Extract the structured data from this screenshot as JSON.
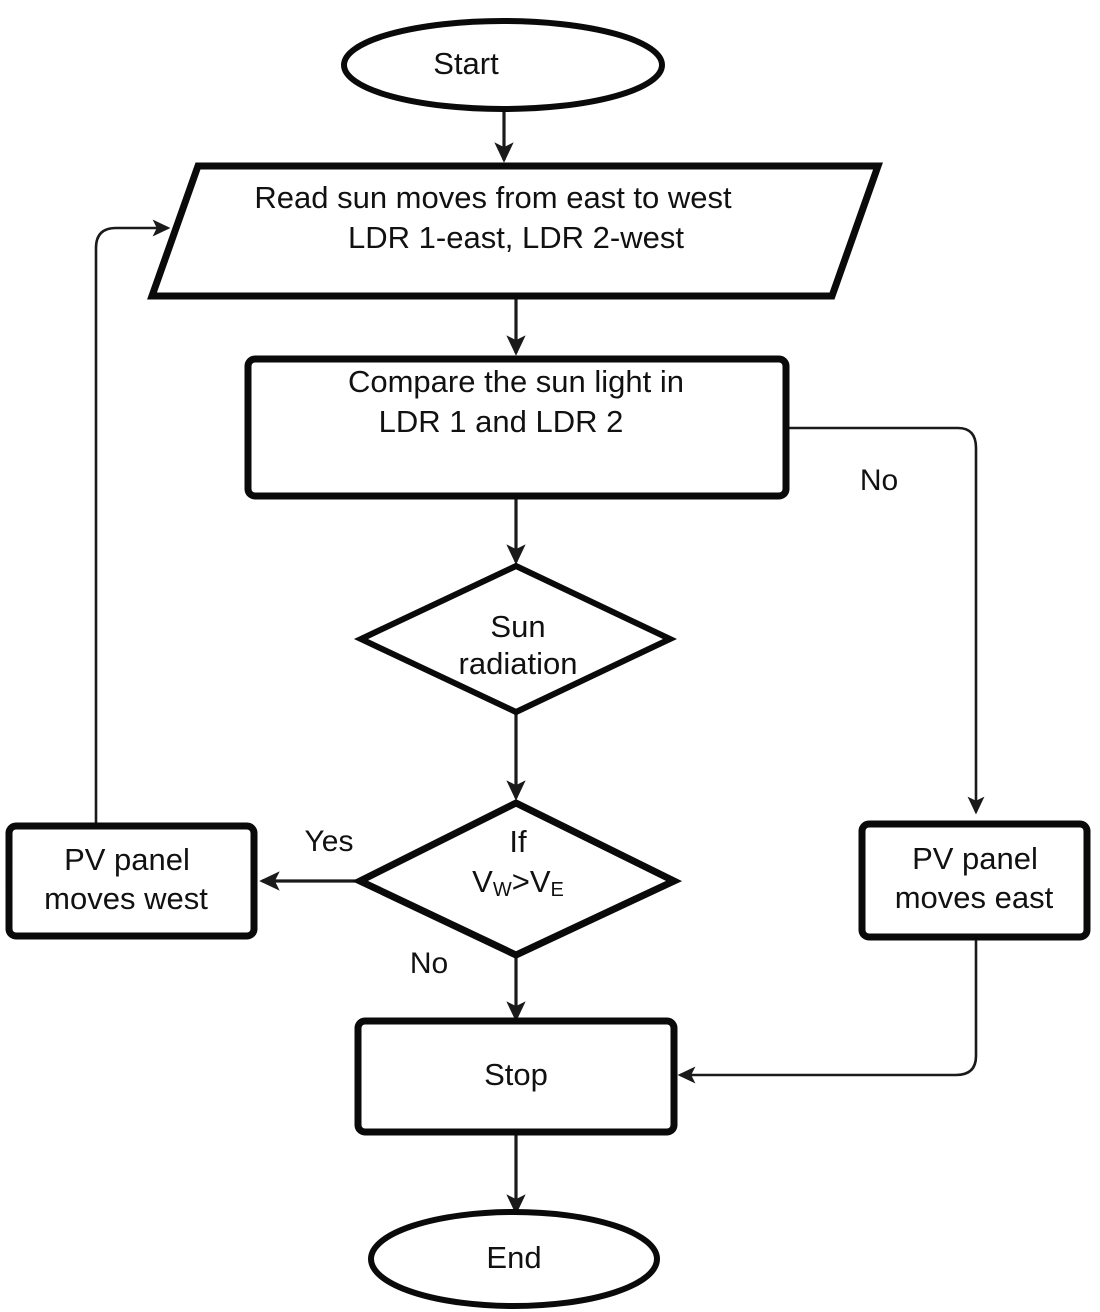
{
  "diagram": {
    "title": "Solar tracker PV panel control flowchart",
    "type": "flowchart",
    "background_color": "#ffffff",
    "stroke_color": "#0a0a0a",
    "connector_color": "#1a1a1a"
  },
  "nodes": {
    "start": {
      "label": "Start",
      "shape": "ellipse"
    },
    "read_input": {
      "shape": "parallelogram",
      "line1": "Read sun moves from east to west",
      "line2": "LDR 1-east, LDR 2-west"
    },
    "compare": {
      "shape": "process",
      "line1": "Compare the sun light in",
      "line2": "LDR 1 and LDR 2"
    },
    "sun_radiation": {
      "shape": "decision",
      "line1": "Sun",
      "line2": "radiation"
    },
    "if_condition": {
      "shape": "decision",
      "line1": "If",
      "v_west": "V",
      "v_west_sub": "W",
      "operator": ">",
      "v_east": "V",
      "v_east_sub": "E"
    },
    "panel_west": {
      "shape": "process",
      "line1": "PV panel",
      "line2": "moves west"
    },
    "panel_east": {
      "shape": "process",
      "line1": "PV panel",
      "line2": "moves east"
    },
    "stop": {
      "shape": "process",
      "label": "Stop"
    },
    "end": {
      "shape": "ellipse",
      "label": "End"
    }
  },
  "edge_labels": {
    "compare_no": "No",
    "if_yes": "Yes",
    "if_no": "No"
  }
}
